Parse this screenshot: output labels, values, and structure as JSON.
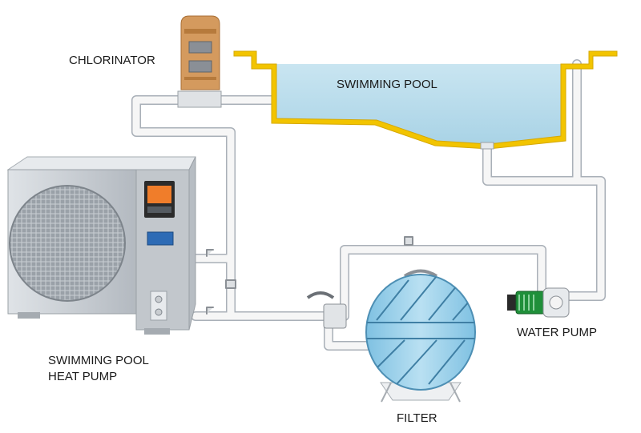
{
  "labels": {
    "chlorinator": "CHLORINATOR",
    "pool": "SWIMMING POOL",
    "heat_pump_line1": "SWIMMING POOL",
    "heat_pump_line2": "HEAT PUMP",
    "water_pump": "WATER PUMP",
    "filter": "FILTER"
  },
  "colors": {
    "pool_water": "#b9dcec",
    "pool_wall": "#f2c400",
    "pipe": "#f4f4f4",
    "pipe_edge": "#a9b0b8",
    "heat_pump_body": "#c8cdd2",
    "filter_tank": "#9fd2ec",
    "chlorinator": "#d49a5e",
    "pump_motor": "#1f8f3a"
  }
}
